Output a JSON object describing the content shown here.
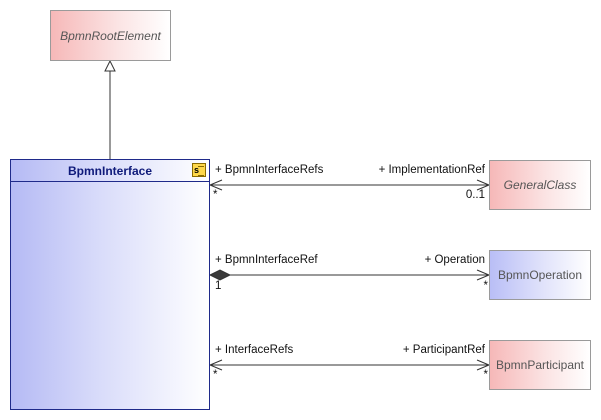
{
  "classes": {
    "root": "BpmnRootElement",
    "interface": "BpmnInterface",
    "interface_stereotype_icon": "s",
    "general": "GeneralClass",
    "operation": "BpmnOperation",
    "participant": "BpmnParticipant"
  },
  "associations": {
    "a1": {
      "source_role": "+ BpmnInterfaceRefs",
      "source_mult": "*",
      "target_role": "+ ImplementationRef",
      "target_mult": "0..1"
    },
    "a2": {
      "source_role": "+ BpmnInterfaceRef",
      "source_mult": "1",
      "target_role": "+ Operation",
      "target_mult": "*"
    },
    "a3": {
      "source_role": "+ InterfaceRefs",
      "source_mult": "*",
      "target_role": "+ ParticipantRef",
      "target_mult": "*"
    }
  },
  "colors": {
    "interface_border": "#1f2a8a",
    "pink_fill": "#f6b8b8",
    "blue_fill": "#b9bef6",
    "line": "#333333"
  }
}
